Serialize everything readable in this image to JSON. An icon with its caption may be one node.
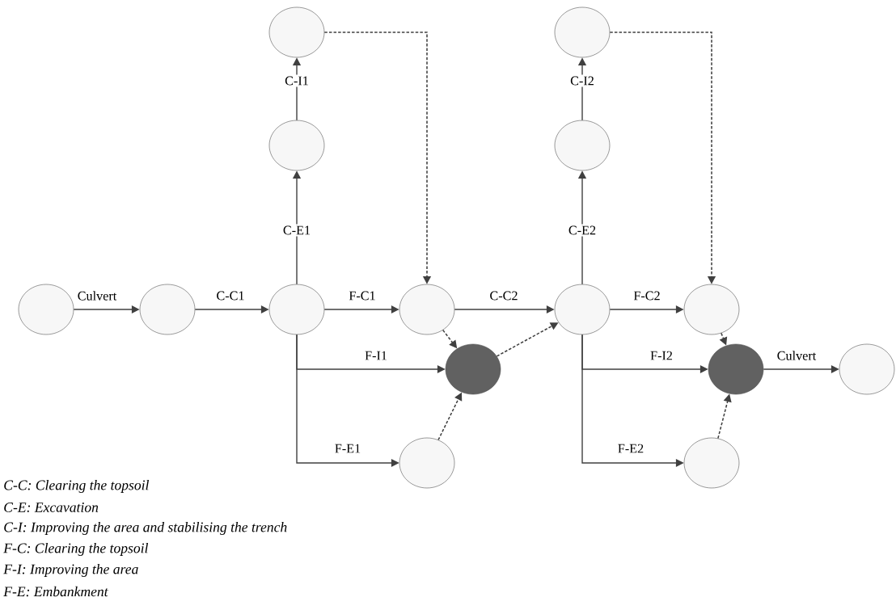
{
  "diagram": {
    "nodes": [
      {
        "text": [],
        "shape": "circle"
      },
      {
        "text": [],
        "shape": "circle"
      },
      {
        "text": [],
        "shape": "circle"
      },
      {
        "text": [],
        "shape": "circle"
      },
      {
        "text": [],
        "shape": "circle"
      },
      {
        "text": [],
        "shape": "circle"
      },
      {
        "text": [],
        "shape": "circle"
      },
      {
        "text": [],
        "shape": "circle"
      },
      {
        "text": [],
        "shape": "circle"
      },
      {
        "text": [],
        "shape": "circle"
      },
      {
        "text": [],
        "shape": "circle"
      },
      {
        "text": [],
        "shape": "circle"
      },
      {
        "text": [],
        "shape": "circle"
      },
      {
        "text": [],
        "shape": "circle"
      },
      {
        "text": [],
        "shape": "circle"
      }
    ],
    "edges": [
      {
        "from": 0,
        "to": 1,
        "arrow": "to",
        "label": "Culvert"
      },
      {
        "from": 1,
        "to": 2,
        "arrow": "to",
        "label": "C-C1"
      },
      {
        "from": 2,
        "to": 3,
        "arrow": "to",
        "label": "C-E1"
      },
      {
        "from": 3,
        "to": 4,
        "arrow": "to",
        "label": "C-I1"
      },
      {
        "from": 4,
        "to": 5,
        "arrow": "to",
        "style": "dashed"
      },
      {
        "from": 2,
        "to": 5,
        "arrow": "to",
        "label": "F-C1"
      },
      {
        "from": 5,
        "to": 8,
        "arrow": "to",
        "label": "C-C2"
      },
      {
        "from": 2,
        "to": 6,
        "arrow": "to",
        "label": "F-I1"
      },
      {
        "from": 2,
        "to": 7,
        "arrow": "to",
        "label": "F-E1"
      },
      {
        "from": 5,
        "to": 6,
        "arrow": "to",
        "style": "dashed"
      },
      {
        "from": 7,
        "to": 6,
        "arrow": "to",
        "style": "dashed"
      },
      {
        "from": 6,
        "to": 8,
        "arrow": "to",
        "style": "dashed"
      },
      {
        "from": 8,
        "to": 9,
        "arrow": "to",
        "label": "C-E2"
      },
      {
        "from": 9,
        "to": 10,
        "arrow": "to",
        "label": "C-I2"
      },
      {
        "from": 10,
        "to": 11,
        "arrow": "to",
        "style": "dashed"
      },
      {
        "from": 8,
        "to": 11,
        "arrow": "to",
        "label": "F-C2"
      },
      {
        "from": 8,
        "to": 12,
        "arrow": "to",
        "label": "F-I2"
      },
      {
        "from": 8,
        "to": 13,
        "arrow": "to",
        "label": "F-E2"
      },
      {
        "from": 11,
        "to": 12,
        "arrow": "to",
        "style": "dashed"
      },
      {
        "from": 13,
        "to": 12,
        "arrow": "to",
        "style": "dashed"
      },
      {
        "from": 12,
        "to": 14,
        "arrow": "to",
        "label": "Culvert"
      }
    ],
    "labels": [
      "C-C: Clearing the topsoil",
      "C-E: Excavation",
      "C-I: Improving the area and stabilising the trench",
      "F-C: Clearing the topsoil",
      "F-I: Improving the area",
      "F-E: Embankment"
    ]
  }
}
